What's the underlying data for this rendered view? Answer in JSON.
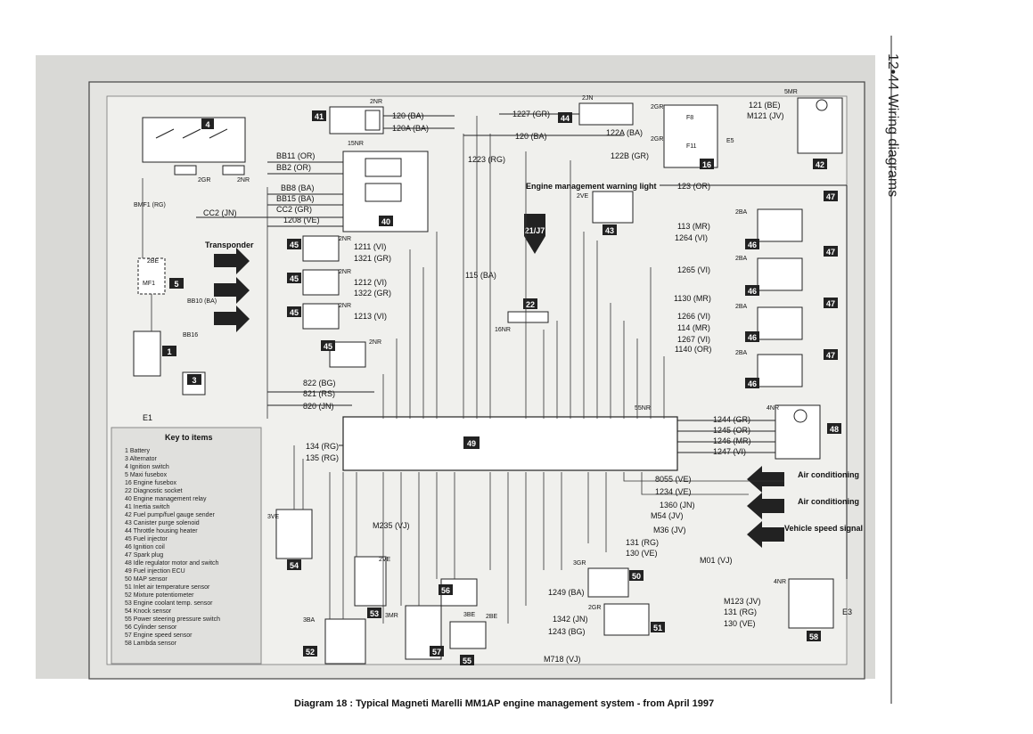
{
  "header": {
    "page_ref": "12•44 Wiring diagrams"
  },
  "caption": "Diagram 18 : Typical Magneti Marelli MM1AP engine management system - from April 1997",
  "signals": {
    "transponder": "Transponder",
    "air_conditioning_1": "Air conditioning",
    "air_conditioning_2": "Air conditioning",
    "vehicle_speed": "Vehicle speed signal",
    "engine_mgmt_light": "Engine management warning light",
    "engine_mgmt_ref": "21/J7"
  },
  "key": {
    "title": "Key to items",
    "items": [
      "1  Battery",
      "3  Alternator",
      "4  Ignition switch",
      "5  Maxi fusebox",
      "16  Engine fusebox",
      "22  Diagnostic socket",
      "40  Engine management relay",
      "41  Inertia switch",
      "42  Fuel pump/fuel gauge sender",
      "43  Canister purge solenoid",
      "44  Throttle housing heater",
      "45  Fuel injector",
      "46  Ignition coil",
      "47  Spark plug",
      "48  Idle regulator motor and switch",
      "49  Fuel injection ECU",
      "50  MAP sensor",
      "51  Inlet air temperature sensor",
      "52  Mixture potentiometer",
      "53  Engine coolant temp. sensor",
      "54  Knock sensor",
      "55  Power steering pressure switch",
      "56  Cylinder sensor",
      "57  Engine speed sensor",
      "58  Lambda sensor"
    ]
  },
  "items": {
    "i1": "1",
    "i3": "3",
    "i4": "4",
    "i5": "5",
    "i16": "16",
    "i22": "22",
    "i40": "40",
    "i41": "41",
    "i42": "42",
    "i43": "43",
    "i44": "44",
    "i45": "45",
    "i46": "46",
    "i47": "47",
    "i48": "48",
    "i49": "49",
    "i50": "50",
    "i51": "51",
    "i52": "52",
    "i53": "53",
    "i54": "54",
    "i55": "55",
    "i56": "56",
    "i57": "57",
    "i58": "58"
  },
  "wires": {
    "w120ba": "120 (BA)",
    "w120aba": "120A (BA)",
    "w120ba2": "120 (BA)",
    "w1227": "1227 (GR)",
    "w122a": "122A (BA)",
    "w122b": "122B (GR)",
    "w121": "121 (BE)",
    "wm121": "M121 (JV)",
    "w123": "123 (OR)",
    "wbb11": "BB11 (OR)",
    "wbb2": "BB2 (OR)",
    "wbb8": "BB8 (BA)",
    "wbb15": "BB15 (BA)",
    "wcc2": "CC2 (GR)",
    "w1208": "1208 (VE)",
    "wcc2jn": "CC2 (JN)",
    "w1223": "1223 (RG)",
    "w115": "115 (BA)",
    "w113": "113 (MR)",
    "w1264": "1264 (VI)",
    "w1265": "1265 (VI)",
    "w1130": "1130 (MR)",
    "w1266": "1266 (VI)",
    "w114": "114 (MR)",
    "w1267": "1267 (VI)",
    "w1140": "1140 (OR)",
    "w1211": "1211 (VI)",
    "w1321": "1321 (GR)",
    "w1212": "1212 (VI)",
    "w1322": "1322 (GR)",
    "w1213": "1213 (VI)",
    "w822": "822 (BG)",
    "w821": "821 (RS)",
    "w820": "820 (JN)",
    "w1244": "1244 (GR)",
    "w1245": "1245 (OR)",
    "w1246": "1246 (MR)",
    "w1247": "1247 (VI)",
    "w8055": "8055 (VE)",
    "w1234": "1234 (VE)",
    "w1360": "1360 (JN)",
    "wm54": "M54 (JV)",
    "wm36": "M36 (JV)",
    "w131": "131 (RG)",
    "w130": "130 (VE)",
    "wm01": "M01 (VJ)",
    "wm123": "M123 (JV)",
    "w131b": "131 (RG)",
    "w130b": "130 (VE)",
    "w134": "134 (RG)",
    "w135": "135 (RG)",
    "wm235": "M235 (VJ)",
    "w1249": "1249 (BA)",
    "w1342": "1342 (JN)",
    "w1243": "1243 (BG)",
    "wm718": "M718 (VJ)",
    "wbmf1": "BMF1 (RG)",
    "wbb10": "BB10 (BA)",
    "wbb16": "BB16"
  },
  "connectors": {
    "c15nr": "15NR",
    "c2gr": "2GR",
    "c2nr": "2NR",
    "c2jn": "2JN",
    "c5mr": "5MR",
    "c2ve": "2VE",
    "c2ba": "2BA",
    "c16nr": "16NR",
    "c55nr": "55NR",
    "c4nr": "4NR",
    "c3ve": "3VE",
    "c3ba": "3BA",
    "c3mr": "3MR",
    "c2be": "2BE",
    "c3be": "3BE",
    "c3gr": "3GR",
    "cf8": "F8",
    "cf11": "F11",
    "ce1": "E1",
    "ce3": "E3",
    "ce5": "E5",
    "cmf1": "MF1"
  }
}
